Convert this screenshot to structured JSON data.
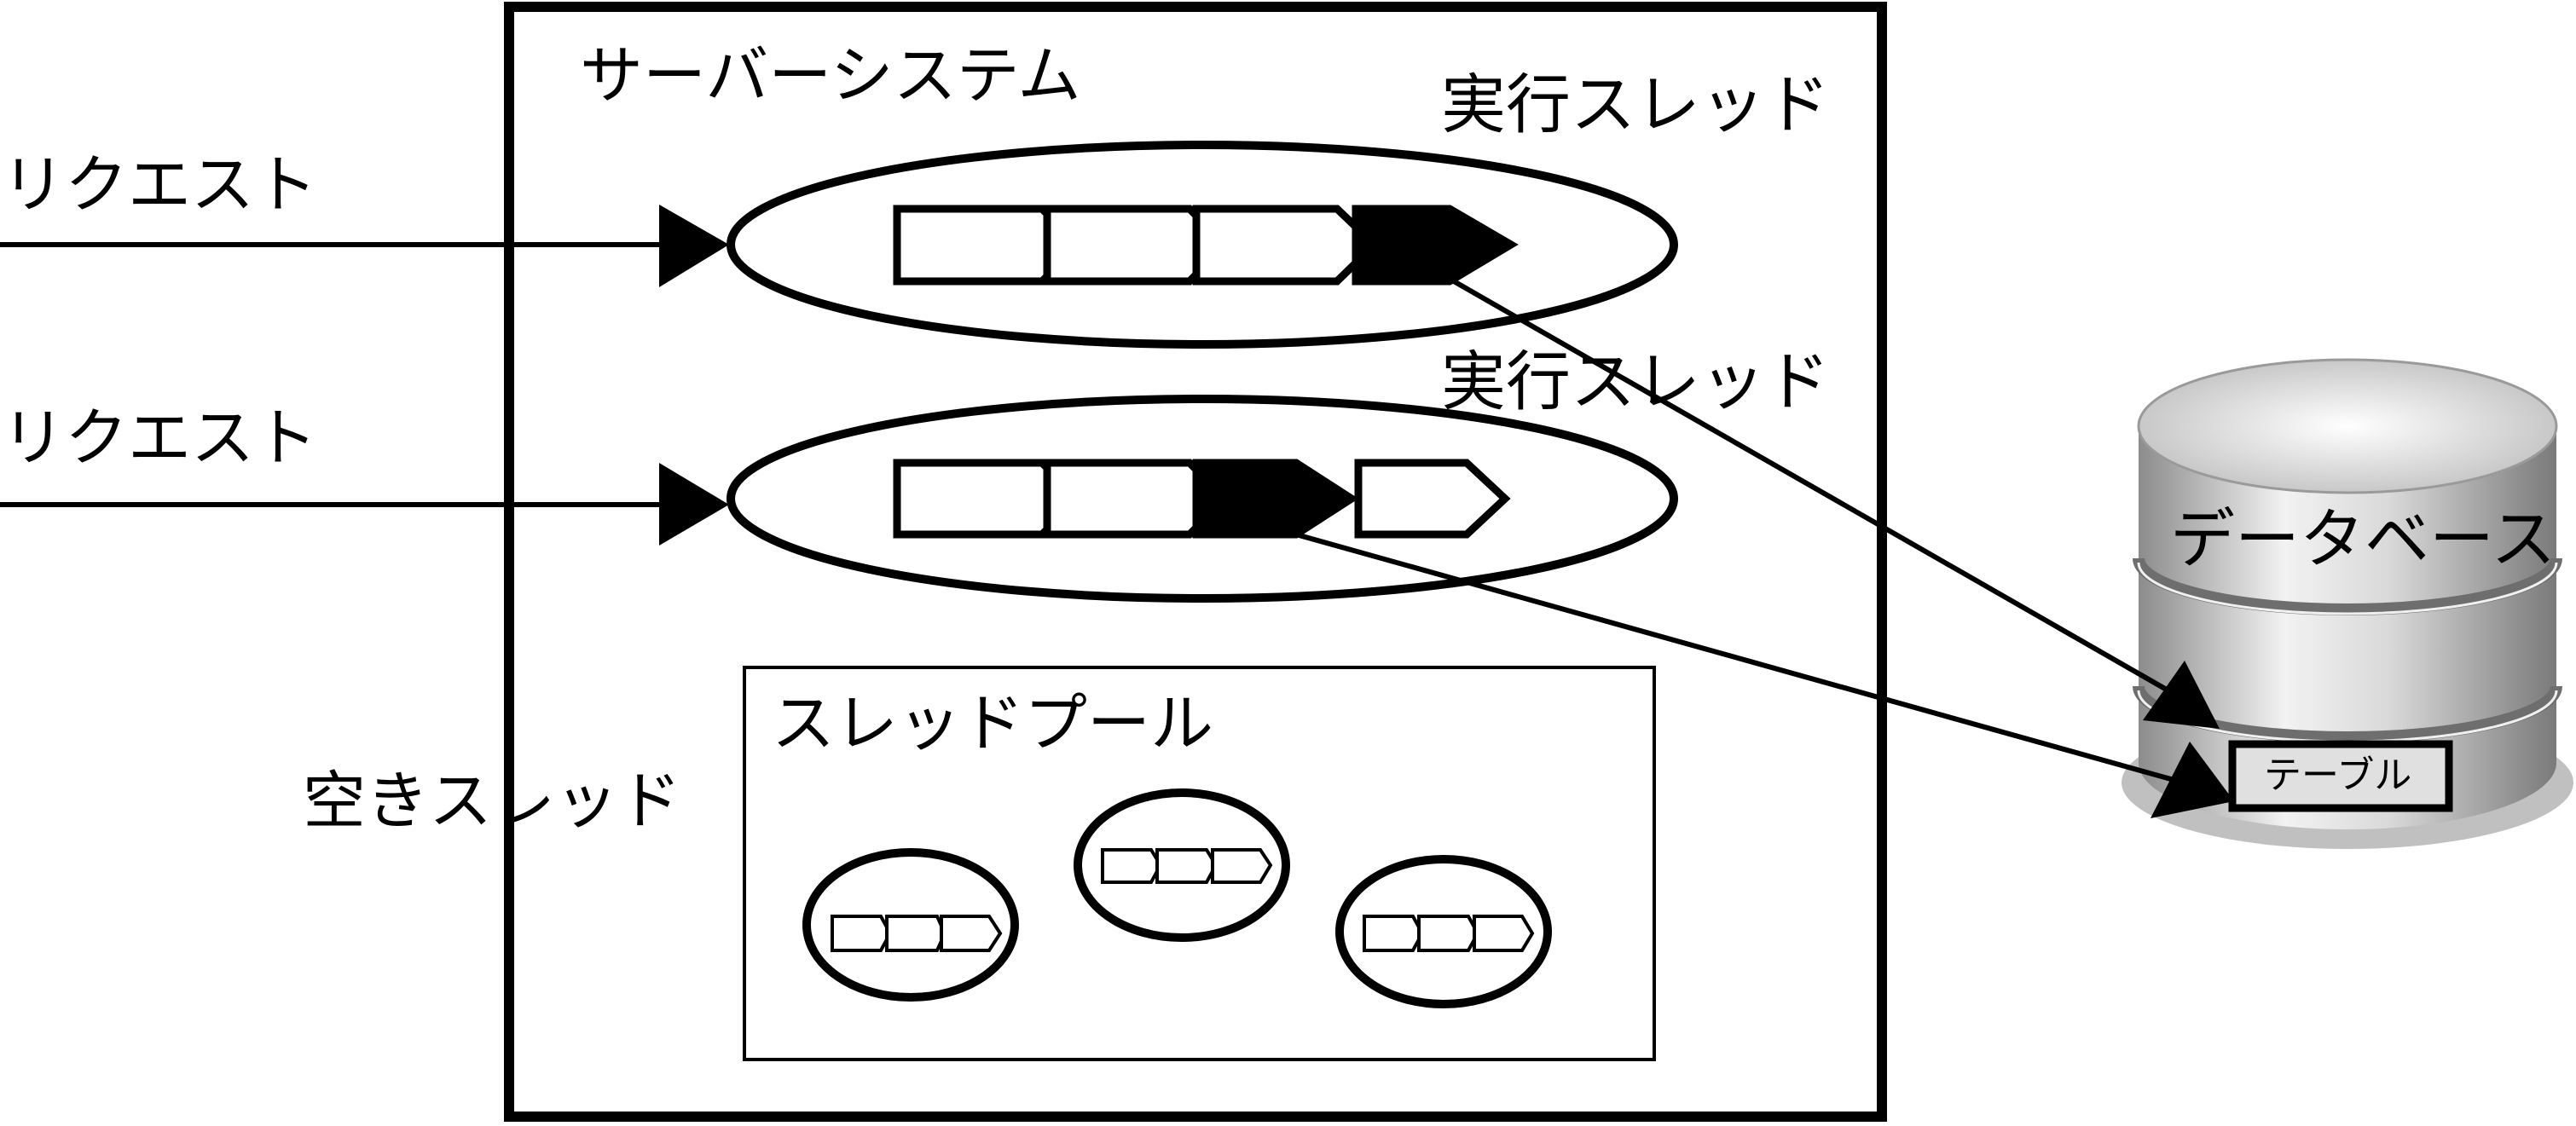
{
  "server": {
    "label": "サーバーシステム"
  },
  "requests": [
    {
      "label": "リクエスト"
    },
    {
      "label": "リクエスト"
    }
  ],
  "threads": [
    {
      "label": "実行スレッド",
      "active_step": 4
    },
    {
      "label": "実行スレッド",
      "active_step": 3
    }
  ],
  "pool": {
    "label": "スレッドプール",
    "idle_label": "空きスレッド",
    "idle_thread_count": 3
  },
  "database": {
    "label": "データベース",
    "table_label": "テーブル"
  },
  "colors": {
    "stroke": "#000000",
    "background": "#ffffff",
    "db_light": "#e6e6e6",
    "db_dark": "#8a8a8a"
  }
}
